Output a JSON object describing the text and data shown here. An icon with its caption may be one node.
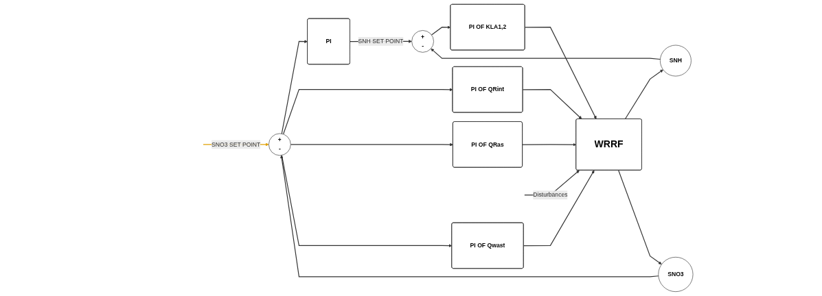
{
  "diagram": {
    "nodes": [
      {
        "text": [
          "+",
          "-"
        ]
      },
      {
        "text": [
          "PI"
        ]
      },
      {
        "text": [
          "+",
          "-"
        ]
      },
      {
        "text": [
          "PI OF KLA1,2"
        ]
      },
      {
        "text": [
          "PI OF QRint"
        ]
      },
      {
        "text": [
          "PI OF QRas"
        ]
      },
      {
        "text": [
          "PI OF Qwast"
        ]
      },
      {
        "text": [
          "WRRF"
        ]
      },
      {
        "text": [
          "SNH"
        ]
      },
      {
        "text": [
          "SNO3"
        ]
      }
    ],
    "edges": [
      {
        "from": null,
        "to": 0,
        "arrow": "to",
        "label": "SNO3 SET POINT",
        "color": "#e0a000"
      },
      {
        "from": 0,
        "to": 1,
        "arrow": "to"
      },
      {
        "from": 0,
        "to": 4,
        "arrow": "to"
      },
      {
        "from": 0,
        "to": 5,
        "arrow": "to"
      },
      {
        "from": 0,
        "to": 6,
        "arrow": "to"
      },
      {
        "from": 1,
        "to": 2,
        "arrow": "to",
        "label": "SNH SET POINT"
      },
      {
        "from": 2,
        "to": 3,
        "arrow": "to"
      },
      {
        "from": 3,
        "to": 7,
        "arrow": "to"
      },
      {
        "from": 4,
        "to": 7,
        "arrow": "to"
      },
      {
        "from": 5,
        "to": 7,
        "arrow": "to"
      },
      {
        "from": 6,
        "to": 7,
        "arrow": "to"
      },
      {
        "from": null,
        "to": 7,
        "arrow": "to",
        "label": "Disturbances"
      },
      {
        "from": 7,
        "to": 8,
        "arrow": "to"
      },
      {
        "from": 7,
        "to": 9,
        "arrow": "to"
      },
      {
        "from": 8,
        "to": 2,
        "arrow": "to"
      },
      {
        "from": 9,
        "to": 0,
        "arrow": "to"
      }
    ]
  }
}
